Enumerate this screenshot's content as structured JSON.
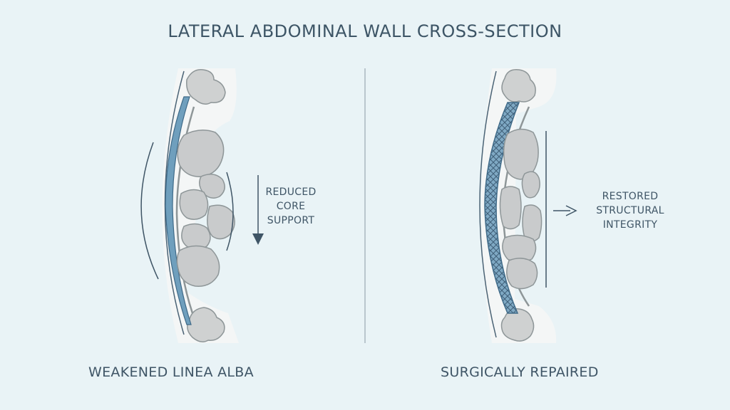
{
  "title": "LATERAL ABDOMINAL WALL CROSS-SECTION",
  "left_panel": {
    "note_lines": [
      "REDUCED",
      "CORE",
      "SUPPORT"
    ],
    "caption": "WEAKENED LINEA ALBA"
  },
  "right_panel": {
    "note_lines": [
      "RESTORED",
      "STRUCTURAL",
      "INTEGRITY"
    ],
    "caption": "SURGICALLY REPAIRED"
  },
  "colors": {
    "background": "#e9f3f6",
    "organ_fill": "#c9cbcc",
    "organ_stroke": "#8e9698",
    "muscle_blue": "#6f9fbd",
    "bone_fill": "#cfd1d1",
    "line": "#3f5566"
  }
}
